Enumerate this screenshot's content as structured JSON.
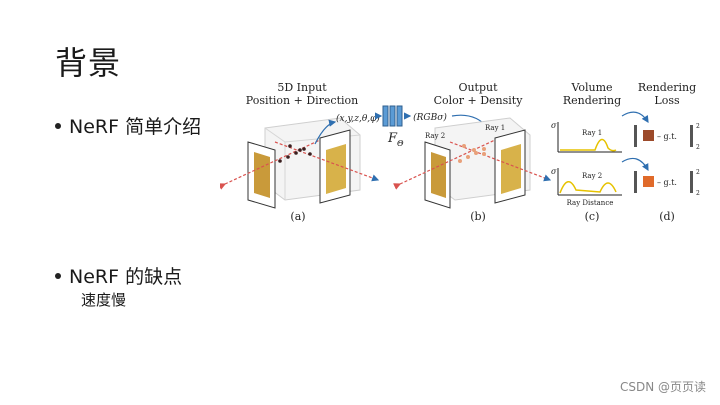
{
  "slide": {
    "title": "背景",
    "bullets": [
      {
        "text": "NeRF 简单介绍"
      },
      {
        "text": "NeRF 的缺点",
        "sub": "速度慢"
      }
    ]
  },
  "figure": {
    "col_a_title": "5D Input",
    "col_a_sub": "Position + Direction",
    "input_tuple": "(x,y,z,θ,φ)",
    "network_label": "F",
    "network_sub": "Θ",
    "output_tuple": "(RGBσ)",
    "col_b_title": "Output",
    "col_b_sub": "Color + Density",
    "col_c_title": "Volume",
    "col_c_sub": "Rendering",
    "col_d_title": "Rendering",
    "col_d_sub": "Loss",
    "ray1": "Ray 1",
    "ray2": "Ray 2",
    "sigma": "σ",
    "ray_distance": "Ray Distance",
    "gt": "g.t.",
    "sup2": "2",
    "sub2": "2",
    "caption_a": "(a)",
    "caption_b": "(b)",
    "caption_c": "(c)",
    "caption_d": "(d)",
    "colors": {
      "net": "#5b9bd5",
      "arrow": "#2f6fb0",
      "ray": "#d9534f",
      "curve": "#e6c200",
      "swatch1": "#9c4a2a",
      "swatch2": "#e06a2a"
    }
  },
  "watermark": "CSDN @页页读"
}
